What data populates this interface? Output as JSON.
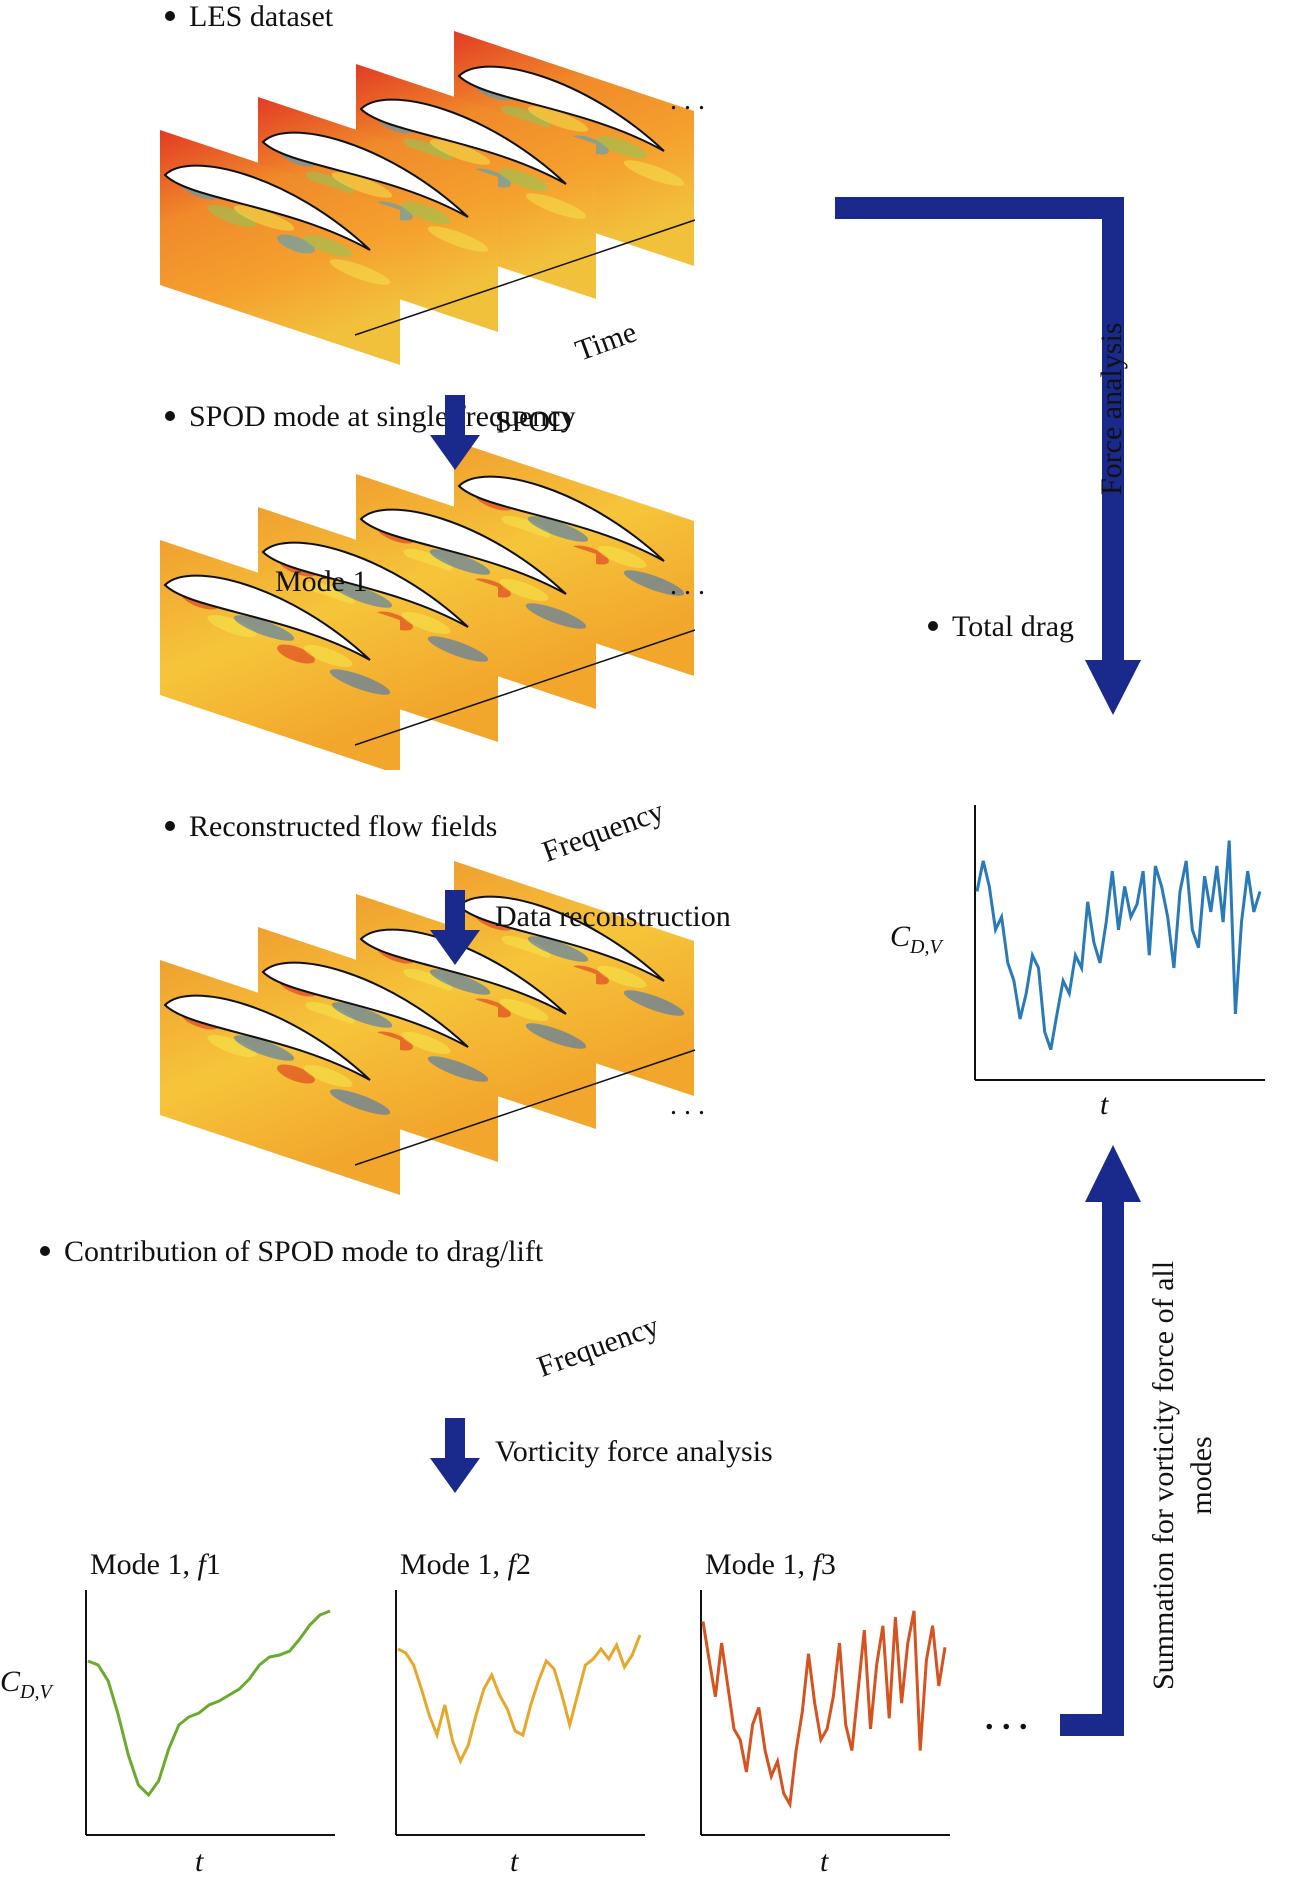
{
  "sections": {
    "les_dataset": "LES dataset",
    "spod_mode": "SPOD mode at single frequency",
    "reconstructed": "Reconstructed flow fields",
    "contribution": "Contribution of SPOD mode to drag/lift",
    "total_drag": "Total drag"
  },
  "arrows": {
    "spod": "SPOD",
    "data_reconstruction": "Data reconstruction",
    "vorticity_force": "Vorticity force analysis",
    "force_analysis": "Force analysis",
    "summation_line1": "Summation for vorticity force of all",
    "summation_line2": "modes"
  },
  "stack_labels": {
    "time": "Time",
    "frequency1": "Frequency",
    "frequency2": "Frequency",
    "mode1": "Mode 1",
    "ellipsis": ". . ."
  },
  "mini_charts": [
    {
      "title": "Mode 1, ",
      "f": "f",
      "idx": "1"
    },
    {
      "title": "Mode 1, ",
      "f": "f",
      "idx": "2"
    },
    {
      "title": "Mode 1, ",
      "f": "f",
      "idx": "3"
    }
  ],
  "axis": {
    "ylabel_main": "C",
    "ylabel_sub": "D,V",
    "xlabel": "t",
    "trailing_ellipsis": ". . ."
  },
  "colors": {
    "arrow_blue": "#1a2a8c",
    "les_red": "#e23b25",
    "les_orange": "#f08a2a",
    "mode_yellow": "#f6c53a",
    "mode_orange": "#f0a030",
    "line_green": "#6aab2e",
    "line_gold": "#e6a82a",
    "line_orange": "#d4531f",
    "line_blue": "#2a7ab8"
  },
  "chart_data": [
    {
      "type": "line",
      "title": "Mode 1, f1",
      "xlabel": "t",
      "ylabel": "C_D,V",
      "series": [
        {
          "values": [
            0.72,
            0.7,
            0.62,
            0.45,
            0.25,
            0.1,
            0.05,
            0.12,
            0.28,
            0.4,
            0.44,
            0.46,
            0.5,
            0.52,
            0.55,
            0.58,
            0.63,
            0.7,
            0.74,
            0.75,
            0.77,
            0.83,
            0.9,
            0.95,
            0.97
          ]
        }
      ]
    },
    {
      "type": "line",
      "title": "Mode 1, f2",
      "xlabel": "t",
      "ylabel": "C_D,V",
      "series": [
        {
          "values": [
            0.78,
            0.76,
            0.7,
            0.58,
            0.45,
            0.35,
            0.5,
            0.32,
            0.22,
            0.3,
            0.45,
            0.58,
            0.65,
            0.55,
            0.48,
            0.37,
            0.35,
            0.5,
            0.62,
            0.72,
            0.68,
            0.55,
            0.4,
            0.55,
            0.7,
            0.73,
            0.78,
            0.73,
            0.8,
            0.69,
            0.75,
            0.85
          ]
        }
      ]
    },
    {
      "type": "line",
      "title": "Mode 1, f3",
      "xlabel": "t",
      "ylabel": "C_D,V",
      "series": [
        {
          "values": [
            0.9,
            0.72,
            0.55,
            0.8,
            0.6,
            0.4,
            0.35,
            0.2,
            0.42,
            0.5,
            0.3,
            0.18,
            0.25,
            0.1,
            0.05,
            0.3,
            0.48,
            0.75,
            0.52,
            0.35,
            0.4,
            0.55,
            0.8,
            0.42,
            0.3,
            0.58,
            0.86,
            0.4,
            0.7,
            0.88,
            0.45,
            0.92,
            0.52,
            0.8,
            0.95,
            0.3,
            0.72,
            0.88,
            0.6,
            0.78
          ]
        }
      ]
    },
    {
      "type": "line",
      "title": "Total drag",
      "xlabel": "t",
      "ylabel": "C_D,V",
      "series": [
        {
          "values": [
            0.7,
            0.82,
            0.72,
            0.55,
            0.6,
            0.42,
            0.35,
            0.2,
            0.3,
            0.45,
            0.4,
            0.15,
            0.08,
            0.22,
            0.35,
            0.3,
            0.45,
            0.4,
            0.66,
            0.5,
            0.42,
            0.58,
            0.78,
            0.55,
            0.72,
            0.6,
            0.65,
            0.78,
            0.45,
            0.8,
            0.72,
            0.6,
            0.4,
            0.7,
            0.82,
            0.55,
            0.48,
            0.76,
            0.62,
            0.8,
            0.58,
            0.9,
            0.22,
            0.58,
            0.78,
            0.62,
            0.7
          ]
        }
      ]
    }
  ]
}
